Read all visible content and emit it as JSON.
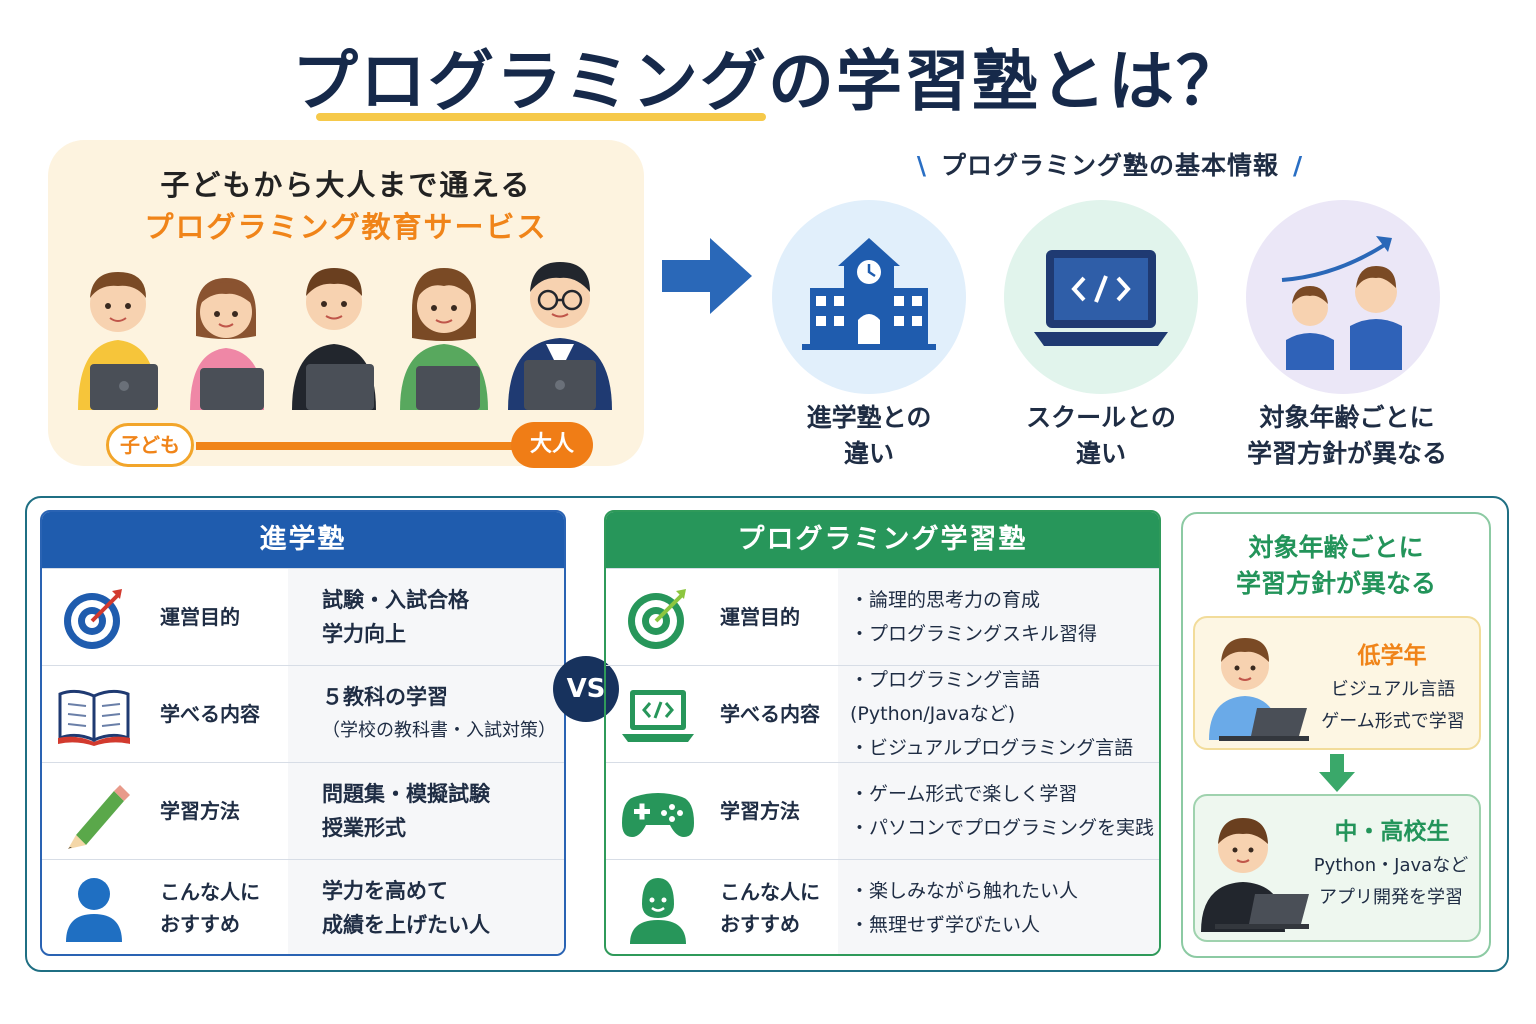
{
  "title": "プログラミングの学習塾とは？",
  "intro": {
    "line1": "子どもから大人まで通える",
    "line2": "プログラミング教育サービス",
    "age_start": "子ども",
    "age_end": "大人"
  },
  "basic_info": {
    "title": "プログラミング塾の基本情報",
    "items": [
      {
        "line1": "進学塾との",
        "line2": "違い",
        "icon": "school-building-icon"
      },
      {
        "line1": "スクールとの",
        "line2": "違い",
        "icon": "laptop-code-icon"
      },
      {
        "line1": "対象年齢ごとに",
        "line2": "学習方針が異なる",
        "icon": "growth-children-icon"
      }
    ]
  },
  "comparison": {
    "vs": "VS",
    "left": {
      "header": "進学塾",
      "rows": [
        {
          "label": "運営目的",
          "lines": [
            "試験・入試合格",
            "学力向上"
          ]
        },
        {
          "label": "学べる内容",
          "lines": [
            "５教科の学習",
            "（学校の教科書・入試対策）"
          ]
        },
        {
          "label": "学習方法",
          "lines": [
            "問題集・模擬試験",
            "授業形式"
          ]
        },
        {
          "label_line1": "こんな人に",
          "label_line2": "おすすめ",
          "lines": [
            "学力を高めて",
            "成績を上げたい人"
          ]
        }
      ]
    },
    "right": {
      "header": "プログラミング学習塾",
      "rows": [
        {
          "label": "運営目的",
          "lines": [
            "・論理的思考力の育成",
            "・プログラミングスキル習得"
          ]
        },
        {
          "label": "学べる内容",
          "lines": [
            "・プログラミング言語 (Python/Javaなど)",
            "・ビジュアルプログラミング言語"
          ]
        },
        {
          "label": "学習方法",
          "lines": [
            "・ゲーム形式で楽しく学習",
            "・パソコンでプログラミングを実践"
          ]
        },
        {
          "label_line1": "こんな人に",
          "label_line2": "おすすめ",
          "lines": [
            "・楽しみながら触れたい人",
            "・無理せず学びたい人"
          ]
        }
      ]
    }
  },
  "age_policy": {
    "title_line1": "対象年齢ごとに",
    "title_line2": "学習方針が異なる",
    "low": {
      "head": "低学年",
      "line1": "ビジュアル言語",
      "line2": "ゲーム形式で学習"
    },
    "mid": {
      "head": "中・高校生",
      "line1": "Python・Javaなど",
      "line2": "アプリ開発を学習"
    }
  },
  "colors": {
    "navy": "#16294a",
    "blue": "#1f5cae",
    "green": "#27965a",
    "orange": "#f08419",
    "yellow": "#f6c94a"
  }
}
